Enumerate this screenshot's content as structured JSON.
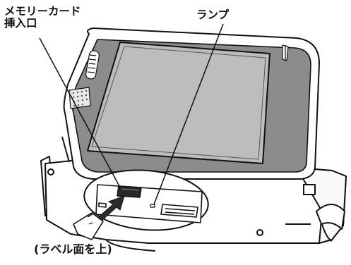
{
  "labels": {
    "card_slot_line1": "メモリーカード",
    "card_slot_line2": "挿入口",
    "lamp": "ランプ",
    "label_side": "(ラベル面を上)"
  },
  "colors": {
    "line": "#111111",
    "screen_bezel": "#8c8c8c",
    "screen_glass": "#bdbdbd",
    "body": "#ffffff",
    "slot_dark": "#2a2a2a"
  }
}
